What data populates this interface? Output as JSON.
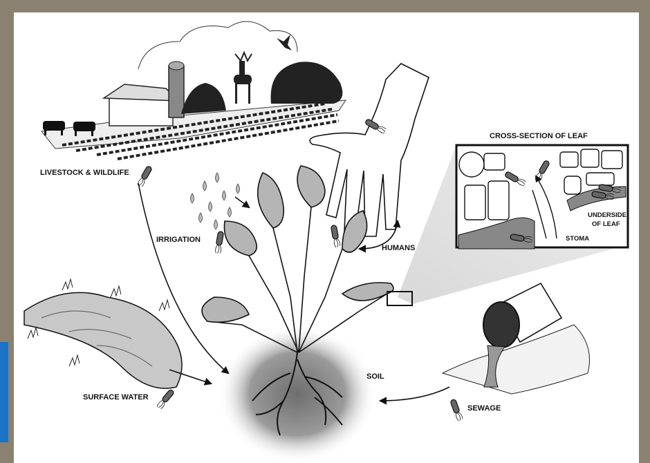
{
  "labels": {
    "livestock": "LIVESTOCK & WILDLIFE",
    "irrigation": "IRRIGATION",
    "humans": "HUMANS",
    "surface_water": "SURFACE WATER",
    "soil": "SOIL",
    "sewage": "SEWAGE",
    "cross_section_title": "CROSS-SECTION OF LEAF",
    "underside_line1": "UNDERSIDE",
    "underside_line2": "OF LEAF",
    "stoma": "STOMA"
  },
  "colors": {
    "frame": "#8a8170",
    "ink": "#111111",
    "soil": "#8c8c8c",
    "leaf": "#b5b5b5"
  }
}
